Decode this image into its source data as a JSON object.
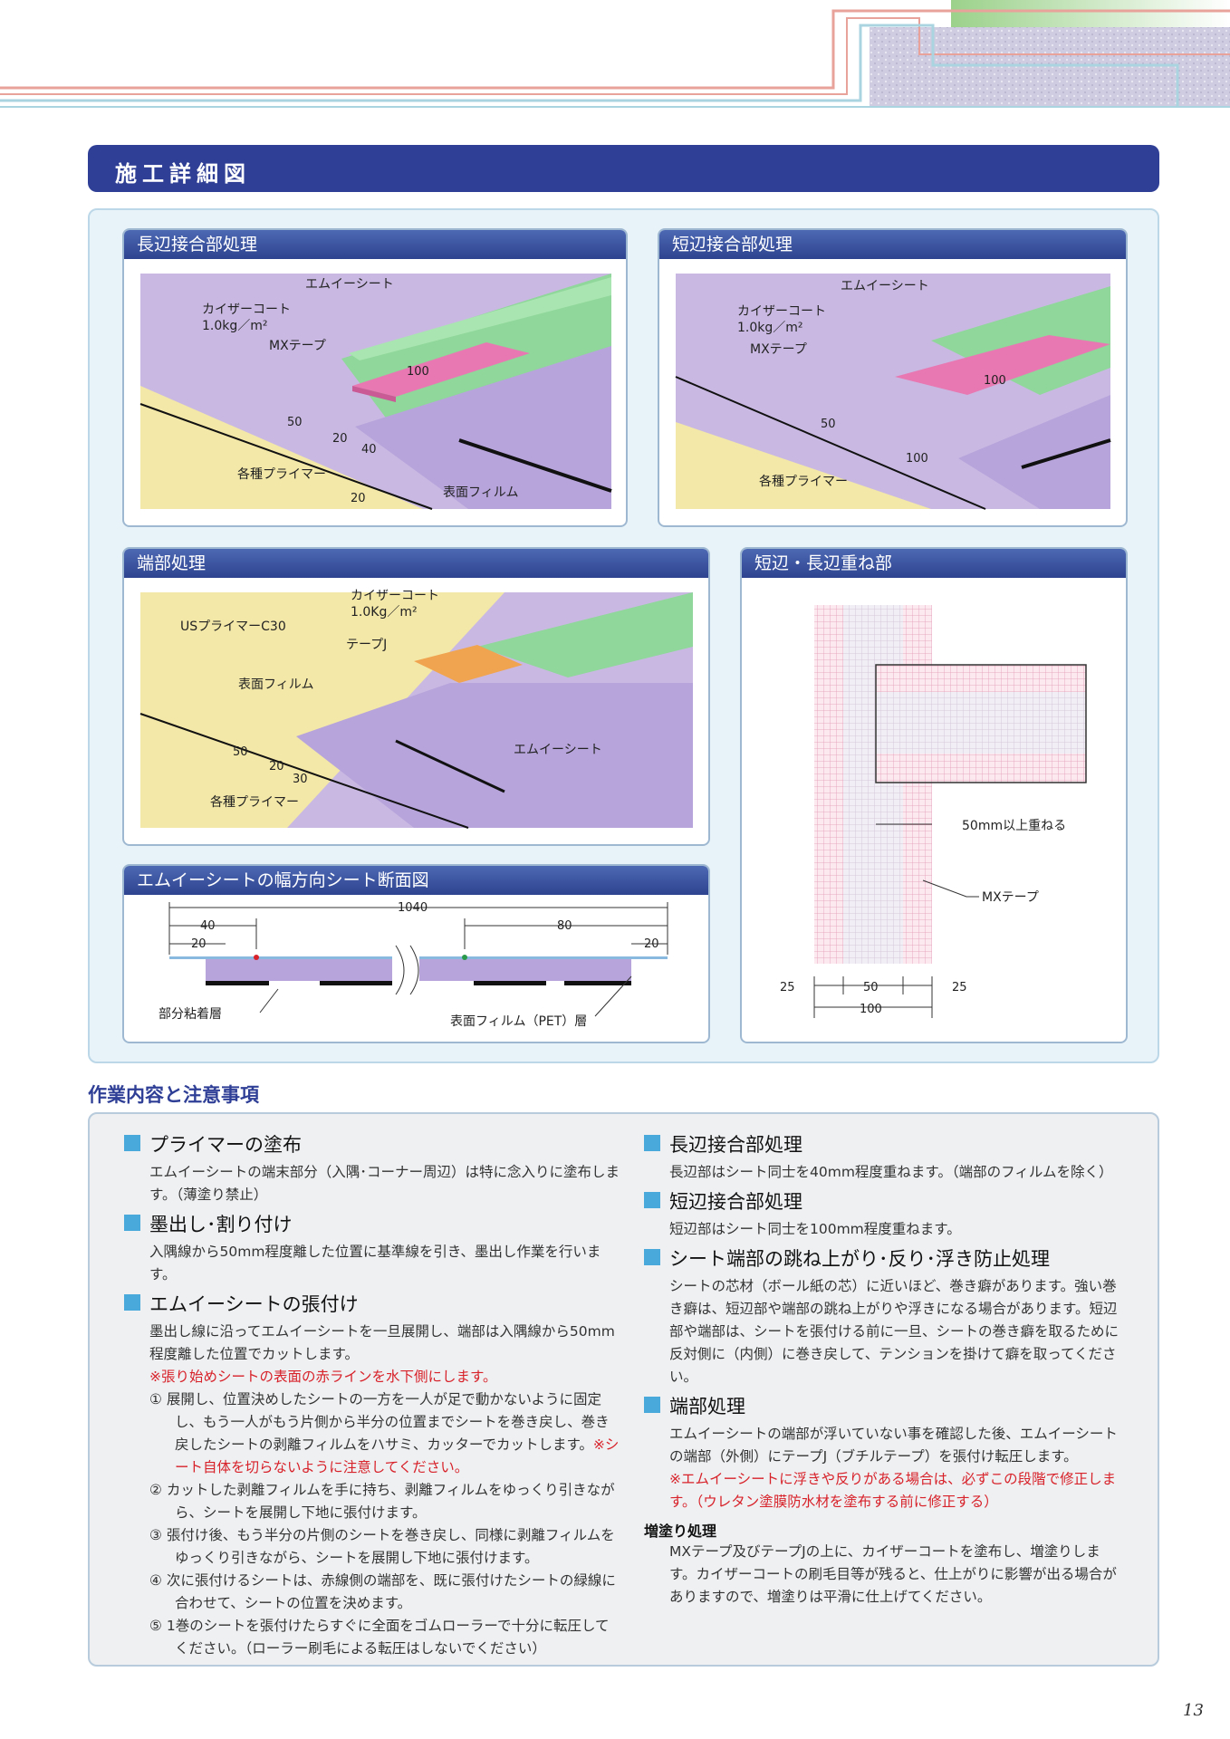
{
  "section_title": "施工詳細図",
  "panels": {
    "long_joint": {
      "title": "長辺接合部処理",
      "labels": {
        "sheet": "エムイーシート",
        "coat": "カイザーコート",
        "coat_amount": "1.0kg／m²",
        "tape": "MXテープ",
        "primer": "各種プライマー",
        "film": "表面フィルム"
      },
      "dims": {
        "d100": "100",
        "d50": "50",
        "d20a": "20",
        "d40": "40",
        "d20b": "20"
      }
    },
    "short_joint": {
      "title": "短辺接合部処理",
      "labels": {
        "sheet": "エムイーシート",
        "coat": "カイザーコート",
        "coat_amount": "1.0kg／m²",
        "tape": "MXテープ",
        "primer": "各種プライマー"
      },
      "dims": {
        "d100a": "100",
        "d50": "50",
        "d100b": "100"
      }
    },
    "end": {
      "title": "端部処理",
      "labels": {
        "coat": "カイザーコート",
        "coat_amount": "1.0Kg／m²",
        "us_primer": "USプライマーC30",
        "tape_j": "テープJ",
        "film": "表面フィルム",
        "sheet": "エムイーシート",
        "primer": "各種プライマー"
      },
      "dims": {
        "d50": "50",
        "d20": "20",
        "d30": "30"
      }
    },
    "overlap": {
      "title": "短辺・長辺重ね部",
      "labels": {
        "overlap": "50mm以上重ねる",
        "tape": "MXテープ"
      },
      "dims": {
        "d25a": "25",
        "d50": "50",
        "d25b": "25",
        "d100": "100"
      }
    },
    "section": {
      "title": "エムイーシートの幅方向シート断面図",
      "labels": {
        "adhesive": "部分粘着層",
        "pet": "表面フィルム（PET）層"
      },
      "dims": {
        "total": "1040",
        "d40": "40",
        "d20a": "20",
        "d80": "80",
        "d20b": "20"
      }
    }
  },
  "notes_title": "作業内容と注意事項",
  "notes": {
    "primer": {
      "title": "プライマーの塗布",
      "text": "エムイーシートの端末部分（入隅･コーナー周辺）は特に念入りに塗布します。（薄塗り禁止）"
    },
    "marking": {
      "title": "墨出し･割り付け",
      "text": "入隅線から50mm程度離した位置に基準線を引き、墨出し作業を行います。"
    },
    "apply": {
      "title": "エムイーシートの張付け",
      "text": "墨出し線に沿ってエムイーシートを一旦展開し、端部は入隅線から50mm程度離した位置でカットします。",
      "note": "※張り始めシートの表面の赤ラインを水下側にします。",
      "steps": [
        {
          "n": "①",
          "text": "展開し、位置決めしたシートの一方を一人が足で動かないように固定し、もう一人がもう片側から半分の位置までシートを巻き戻し、巻き戻したシートの剥離フィルムをハサミ、カッターでカットします。",
          "warn": "※シート自体を切らないように注意してください。"
        },
        {
          "n": "②",
          "text": "カットした剥離フィルムを手に持ち、剥離フィルムをゆっくり引きながら、シートを展開し下地に張付けます。"
        },
        {
          "n": "③",
          "text": "張付け後、もう半分の片側のシートを巻き戻し、同様に剥離フィルムをゆっくり引きながら、シートを展開し下地に張付けます。"
        },
        {
          "n": "④",
          "text": "次に張付けるシートは、赤線側の端部を、既に張付けたシートの緑線に合わせて、シートの位置を決めます。"
        },
        {
          "n": "⑤",
          "text": "1巻のシートを張付けたらすぐに全面をゴムローラーで十分に転圧してください。（ローラー刷毛による転圧はしないでください）"
        }
      ]
    },
    "long": {
      "title": "長辺接合部処理",
      "text": "長辺部はシート同士を40mm程度重ねます。（端部のフィルムを除く）"
    },
    "short": {
      "title": "短辺接合部処理",
      "text": "短辺部はシート同士を100mm程度重ねます。"
    },
    "curl": {
      "title": "シート端部の跳ね上がり･反り･浮き防止処理",
      "text": "シートの芯材（ボール紙の芯）に近いほど、巻き癖があります。強い巻き癖は、短辺部や端部の跳ね上がりや浮きになる場合があります。短辺部や端部は、シートを張付ける前に一旦、シートの巻き癖を取るために反対側に（内側）に巻き戻して、テンションを掛けて癖を取ってください。"
    },
    "edge": {
      "title": "端部処理",
      "text": "エムイーシートの端部が浮いていない事を確認した後、エムイーシートの端部（外側）にテープJ（ブチルテープ）を張付け転圧します。",
      "warn": "※エムイーシートに浮きや反りがある場合は、必ずこの段階で修正します。（ウレタン塗膜防水材を塗布する前に修正する）"
    },
    "extra": {
      "title": "増塗り処理",
      "text": "MXテープ及びテープJの上に、カイザーコートを塗布し、増塗りします。カイザーコートの刷毛目等が残ると、仕上がりに影響が出る場合がありますので、増塗りは平滑に仕上げてください。"
    }
  },
  "page_number": "13"
}
